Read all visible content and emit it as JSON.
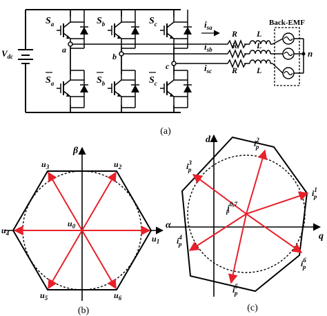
{
  "circuit": {
    "dc_label": "V",
    "dc_sub": "dc",
    "switch_symbol": "S",
    "switch_subs": [
      "a",
      "b",
      "c"
    ],
    "node_labels": [
      "a",
      "b",
      "c"
    ],
    "current_symbol": "i",
    "current_subs": [
      "sa",
      "sb",
      "sc"
    ],
    "resistor_label": "R",
    "inductor_label": "L",
    "emf_label": "Back-EMF",
    "neutral_label": "n"
  },
  "caption_a": "(a)",
  "caption_b": "(b)",
  "caption_c": "(c)",
  "hexagon": {
    "alpha_label": "α",
    "beta_label": "β",
    "origin_symbol": "u",
    "origin_sub": "0",
    "vector_symbol": "u",
    "vector_subs": [
      "1",
      "2",
      "3",
      "4",
      "5",
      "6"
    ]
  },
  "heptagon": {
    "d_label": "d",
    "q_label": "q",
    "vector_symbol": "i",
    "vector_sub": "p",
    "vector_sups": [
      "1",
      "2",
      "3",
      "4",
      "5",
      "6"
    ],
    "center_sup": "0,7"
  },
  "colors": {
    "vector_red": "#e8202a",
    "line": "#000000"
  }
}
